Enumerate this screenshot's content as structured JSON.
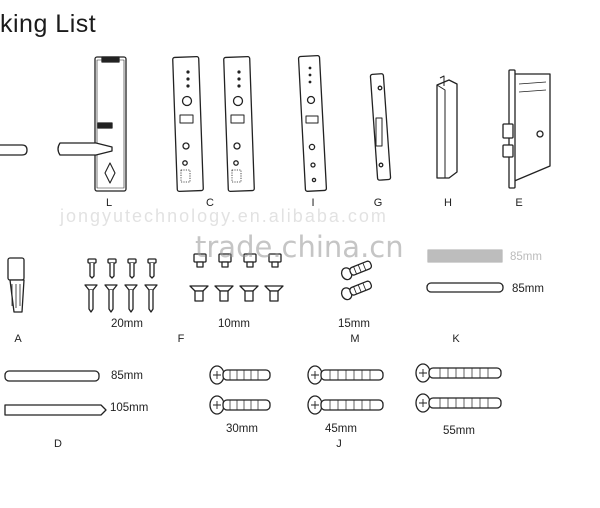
{
  "title": "king List",
  "watermark": {
    "main": "trade.china.cn",
    "faint": "jongyutechnology.en.alibaba.com"
  },
  "parts": [
    {
      "id": "L",
      "label": "L"
    },
    {
      "id": "C",
      "label": "C"
    },
    {
      "id": "I",
      "label": "I"
    },
    {
      "id": "G",
      "label": "G"
    },
    {
      "id": "H",
      "label": "H"
    },
    {
      "id": "E",
      "label": "E"
    },
    {
      "id": "A",
      "label": "A"
    },
    {
      "id": "F",
      "label": "F"
    },
    {
      "id": "M",
      "label": "M"
    },
    {
      "id": "K",
      "label": "K"
    },
    {
      "id": "D",
      "label": "D"
    },
    {
      "id": "J",
      "label": "J"
    }
  ],
  "sizes": {
    "f_left": "20mm",
    "f_right": "10mm",
    "m": "15mm",
    "k_top": "85mm",
    "k_bottom": "85mm",
    "d_top": "85mm",
    "d_bottom": "105mm",
    "j1": "30mm",
    "j2": "45mm",
    "j3": "55mm"
  }
}
